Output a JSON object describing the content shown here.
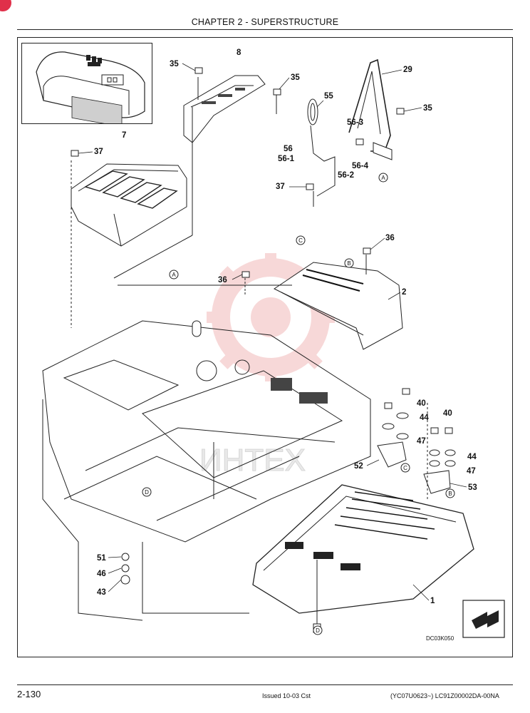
{
  "header": {
    "chapter_title": "CHAPTER 2 - SUPERSTRUCTURE"
  },
  "figure": {
    "code": "DC03K050",
    "labels": {
      "l8": "8",
      "l35a": "35",
      "l35b": "35",
      "l35c": "35",
      "l29": "29",
      "l55": "55",
      "l7": "7",
      "l37a": "37",
      "l37b": "37",
      "l56_3": "56-3",
      "l56": "56",
      "l56_1": "56-1",
      "l56_4": "56-4",
      "l56_2": "56-2",
      "l36a": "36",
      "l36b": "36",
      "l2": "2",
      "l40a": "40",
      "l40b": "40",
      "l44a": "44",
      "l44b": "44",
      "l47a": "47",
      "l47b": "47",
      "l52": "52",
      "l53": "53",
      "l51": "51",
      "l46": "46",
      "l43": "43",
      "l1": "1"
    },
    "markers": {
      "a": "A",
      "b": "B",
      "c": "C",
      "d": "D"
    },
    "watermark": "ИНТЕХ"
  },
  "footer": {
    "page_number": "2-130",
    "issued": "Issued 10-03   Cst",
    "doc_ref": "(YC07U0623~)    LC91Z00002DA-00NA"
  },
  "colors": {
    "watermark": "#f2b9b9",
    "accent": "#e0304a"
  }
}
